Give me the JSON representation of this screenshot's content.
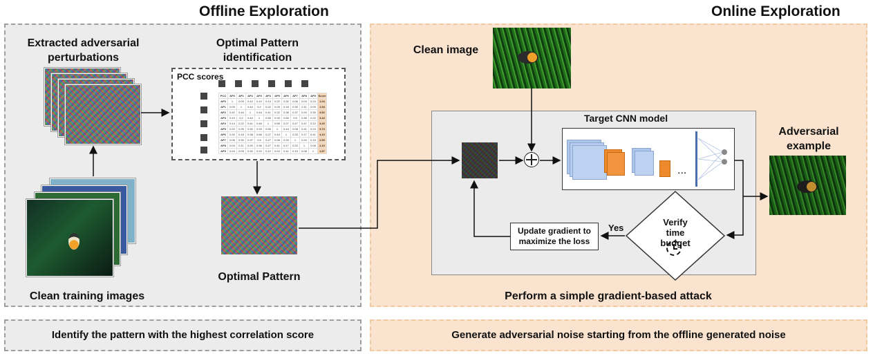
{
  "offline": {
    "title": "Offline Exploration",
    "extracted_label": "Extracted adversarial perturbations",
    "clean_training_label": "Clean training images",
    "optimal_identification_label": "Optimal Pattern identification",
    "pcc_label": "PCC scores",
    "optimal_pattern_label": "Optimal Pattern",
    "summary": "Identify the pattern with the highest correlation score"
  },
  "online": {
    "title": "Online Exploration",
    "clean_image_label": "Clean image",
    "target_cnn_label": "Target CNN model",
    "adversarial_label": "Adversarial example",
    "verify_label": "Verify time budget",
    "yes_label": "Yes",
    "update_label": "Update gradient to maximize the loss",
    "attack_label": "Perform a simple gradient-based attack",
    "summary": "Generate adversarial noise starting from the offline generated noise",
    "dots": "..."
  },
  "pcc_table": {
    "headers": [
      "PCC",
      "AP0",
      "AP1",
      "AP2",
      "AP3",
      "AP4",
      "AP5",
      "AP6",
      "AP7",
      "AP8",
      "AP9",
      "Score"
    ],
    "rows": [
      [
        "AP0",
        "1",
        "0.09",
        "0.42",
        "0.10",
        "0.14",
        "0.22",
        "0.32",
        "0.06",
        "0.04",
        "0.24",
        "1.04"
      ],
      [
        "AP1",
        "0.09",
        "1",
        "0.44",
        "0.2",
        "0.22",
        "0.25",
        "0.18",
        "0.30",
        "0.11",
        "0.09",
        "1.94"
      ],
      [
        "AP2",
        "0.42",
        "0.44",
        "1",
        "0.44",
        "0.41",
        "0.32",
        "0.38",
        "0.37",
        "0.20",
        "0.30",
        "3.52"
      ],
      [
        "AP3",
        "0.10",
        "0.2",
        "0.44",
        "1",
        "0.46",
        "0.33",
        "0.66",
        "0.5",
        "0.36",
        "0.22",
        "3.44"
      ],
      [
        "AP4",
        "0.14",
        "0.22",
        "0.41",
        "0.46",
        "1",
        "0.55",
        "0.27",
        "0.47",
        "0.47",
        "0.12",
        "3.20"
      ],
      [
        "AP5",
        "0.22",
        "0.25",
        "0.32",
        "0.33",
        "0.55",
        "1",
        "0.44",
        "0.08",
        "0.41",
        "0.24",
        "3.73"
      ],
      [
        "AP6",
        "0.32",
        "0.18",
        "0.38",
        "0.66",
        "0.27",
        "0.44",
        "1",
        "0.33",
        "0.17",
        "0.41",
        "4.10"
      ],
      [
        "AP7",
        "0.06",
        "0.30",
        "0.37",
        "0.5",
        "0.47",
        "0.08",
        "0.33",
        "1",
        "0.20",
        "0.15",
        "2.59"
      ],
      [
        "AP8",
        "0.04",
        "0.11",
        "0.20",
        "0.36",
        "0.47",
        "0.41",
        "0.17",
        "0.20",
        "1",
        "0.08",
        "2.10"
      ],
      [
        "AP9",
        "0.24",
        "0.09",
        "0.30",
        "0.22",
        "0.12",
        "0.24",
        "0.41",
        "0.15",
        "0.08",
        "1",
        "1.87"
      ]
    ]
  }
}
